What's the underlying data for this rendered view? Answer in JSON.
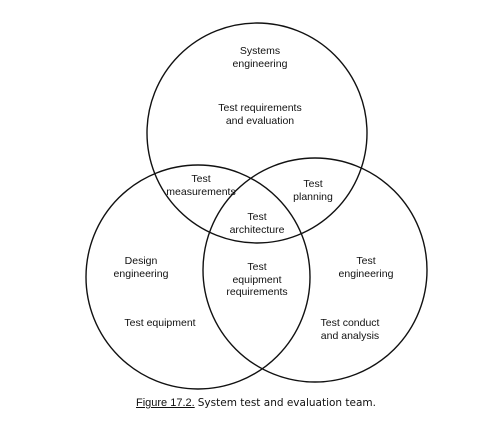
{
  "diagram": {
    "regions": {
      "systems_engineering": {
        "lines": [
          "Systems",
          "engineering"
        ]
      },
      "test_requirements_evaluation": {
        "lines": [
          "Test requirements",
          "and evaluation"
        ]
      },
      "test_measurements": {
        "lines": [
          "Test",
          "measurements"
        ]
      },
      "test_planning": {
        "lines": [
          "Test",
          "planning"
        ]
      },
      "test_architecture": {
        "lines": [
          "Test",
          "architecture"
        ]
      },
      "design_engineering": {
        "lines": [
          "Design",
          "engineering"
        ]
      },
      "test_equipment": {
        "lines": [
          "Test equipment"
        ]
      },
      "test_equipment_requirements": {
        "lines": [
          "Test",
          "equipment",
          "requirements"
        ]
      },
      "test_engineering": {
        "lines": [
          "Test",
          "engineering"
        ]
      },
      "test_conduct_analysis": {
        "lines": [
          "Test conduct",
          "and analysis"
        ]
      }
    }
  },
  "caption": {
    "figure_number": "Figure 17.2.",
    "text": "System test and evaluation team."
  }
}
